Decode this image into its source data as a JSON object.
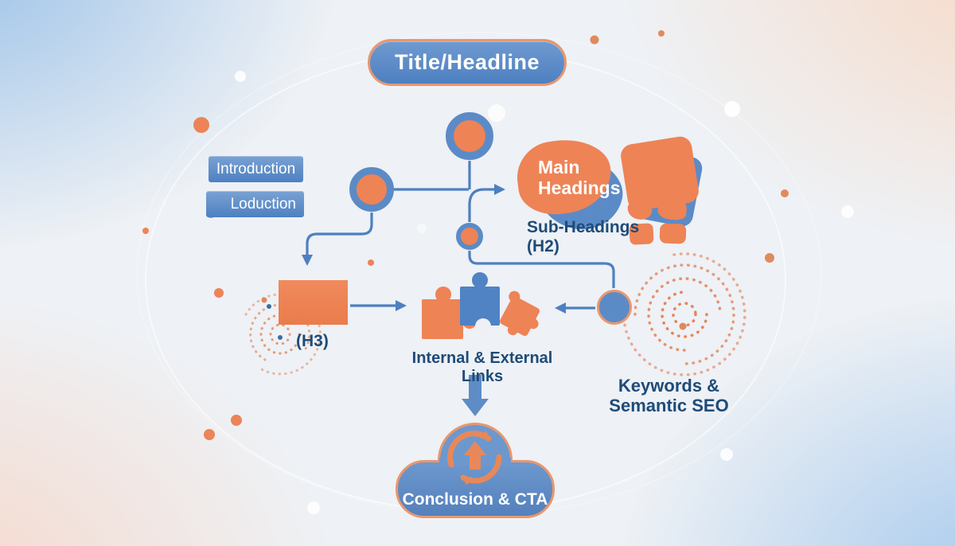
{
  "diagram": {
    "title": "Title/Headline",
    "introduction": "Introduction",
    "introduction_alt": "Loduction",
    "main_headings": "Main Headings",
    "sub_headings_line1": "Sub-Headings",
    "sub_headings_line2": "(H2)",
    "h3_label": "(H3)",
    "links_label": "Internal & External Links",
    "keywords_line1": "Keywords &",
    "keywords_line2": "Semantic SEO",
    "conclusion": "Conclusion & CTA"
  },
  "icons": {
    "flow-node-icon": "orange circle with blue ring",
    "puzzle-icon": "interlocking puzzle pieces",
    "refresh-cycle-icon": "circular arrows",
    "up-arrow-icon": "upward arrow",
    "spiral-decoration": "dotted orange spiral",
    "cloud-shape": "cloud container",
    "connector-arrow": "blue flow arrow"
  },
  "colors": {
    "blue_shape": "#5b8bc7",
    "blue_connector": "#4d80c1",
    "orange_shape": "#ee8356",
    "orange_border": "#e9976e",
    "text_dark_blue": "#1e4b78",
    "bg_blue_corner": "#a6c6e8",
    "bg_peach_corner": "#f6dfd2",
    "white": "#ffffff"
  }
}
